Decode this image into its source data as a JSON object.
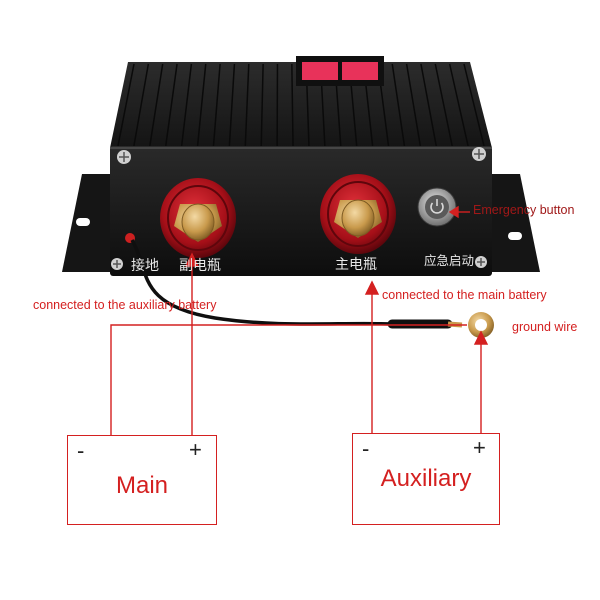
{
  "device": {
    "terminal_labels": {
      "ground": "接地",
      "aux": "副电瓶",
      "main": "主电瓶",
      "emergency": "应急启动"
    }
  },
  "annotations": {
    "emergency_button": "Emergency button",
    "aux_connection": "connected to the auxiliary battery",
    "main_connection": "connected to the main battery",
    "ground_wire": "ground wire"
  },
  "batteries": {
    "main": {
      "name": "Main",
      "neg": "-",
      "pos": "+"
    },
    "auxiliary": {
      "name": "Auxiliary",
      "neg": "-",
      "pos": "+"
    }
  },
  "colors": {
    "annotation": "#d42020",
    "terminal_red": "#b3121c",
    "terminal_gold": "#c79a4a",
    "case": "#1c1c1c"
  }
}
